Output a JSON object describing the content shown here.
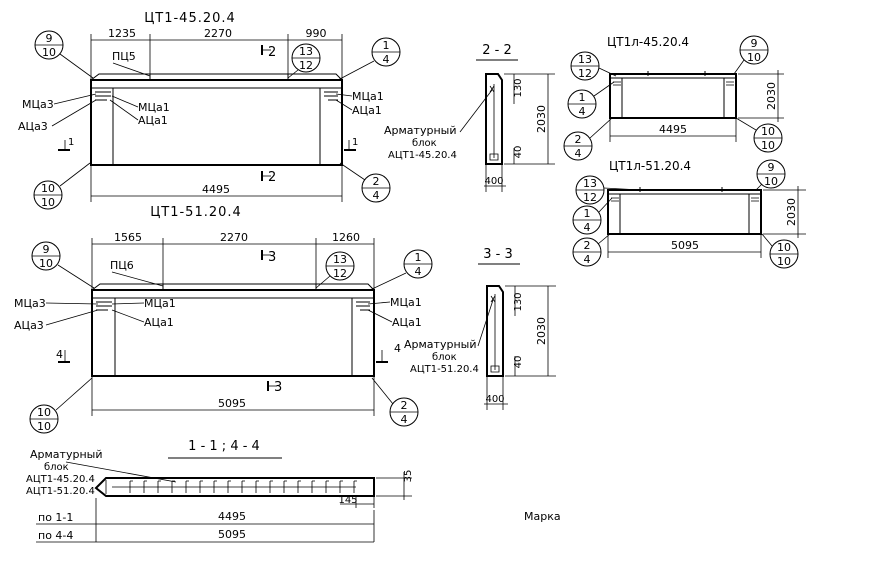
{
  "beam1": {
    "title": "ЦТ1-45.20.4",
    "dim_left": "1235",
    "dim_mid": "2270",
    "dim_right": "990",
    "total": "4495",
    "loop": "ПЦ5",
    "section_top": "2",
    "section_bottom": "2",
    "c_9_10": [
      "9",
      "10"
    ],
    "c_13_12": [
      "13",
      "12"
    ],
    "c_1_4": [
      "1",
      "4"
    ],
    "c_10_10": [
      "10",
      "10"
    ],
    "c_2_4": [
      "2",
      "4"
    ],
    "mca3": "МЦа3",
    "aca3": "АЦа3",
    "mca1_l": "МЦа1",
    "aca1_l": "АЦа1",
    "mca1_r": "МЦа1",
    "aca1_r": "АЦа1",
    "cut_left": "1",
    "cut_right": "1"
  },
  "beam2": {
    "title": "ЦТ1-51.20.4",
    "dim_left": "1565",
    "dim_mid": "2270",
    "dim_right": "1260",
    "total": "5095",
    "loop": "ПЦ6",
    "section_top": "3",
    "section_bottom": "3",
    "c_9_10": [
      "9",
      "10"
    ],
    "c_13_12": [
      "13",
      "12"
    ],
    "c_1_4": [
      "1",
      "4"
    ],
    "c_10_10": [
      "10",
      "10"
    ],
    "c_2_4": [
      "2",
      "4"
    ],
    "mca3": "МЦа3",
    "aca3": "АЦа3",
    "mca1_l": "МЦа1",
    "aca1_l": "АЦа1",
    "mca1_r": "МЦа1",
    "aca1_r": "АЦа1",
    "cut_left": "4",
    "cut_right": "4"
  },
  "sec22": {
    "title": "2 - 2",
    "h1": "130",
    "h_total": "2030",
    "h2": "40",
    "w": "400",
    "label1": "Арматурный",
    "label2": "блок",
    "label3": "АЦТ1-45.20.4"
  },
  "sec33": {
    "title": "3 - 3",
    "h1": "130",
    "h_total": "2030",
    "h2": "40",
    "w": "400",
    "label1": "Арматурный",
    "label2": "блок",
    "label3": "АЦТ1-51.20.4"
  },
  "mini1": {
    "title": "ЦТ1л-45.20.4",
    "c_13_12": [
      "13",
      "12"
    ],
    "c_9_10": [
      "9",
      "10"
    ],
    "c_1_4": [
      "1",
      "4"
    ],
    "c_2_4": [
      "2",
      "4"
    ],
    "c_10_10": [
      "10",
      "10"
    ],
    "height": "2030",
    "length": "4495"
  },
  "mini2": {
    "title": "ЦТ1л-51.20.4",
    "c_13_12": [
      "13",
      "12"
    ],
    "c_9_10": [
      "9",
      "10"
    ],
    "c_1_4": [
      "1",
      "4"
    ],
    "c_2_4": [
      "2",
      "4"
    ],
    "c_10_10": [
      "10",
      "10"
    ],
    "height": "2030",
    "length": "5095"
  },
  "sec11": {
    "title": "1 - 1 ; 4 - 4",
    "label1": "Арматурный",
    "label2": "блок",
    "label3": "АЦТ1-45.20.4",
    "label4": "АЦТ1-51.20.4",
    "h": "35",
    "end": "145",
    "row1_label": "по 1-1",
    "row1_value": "4495",
    "row2_label": "по 4-4",
    "row2_value": "5095"
  },
  "marka": "Марка"
}
